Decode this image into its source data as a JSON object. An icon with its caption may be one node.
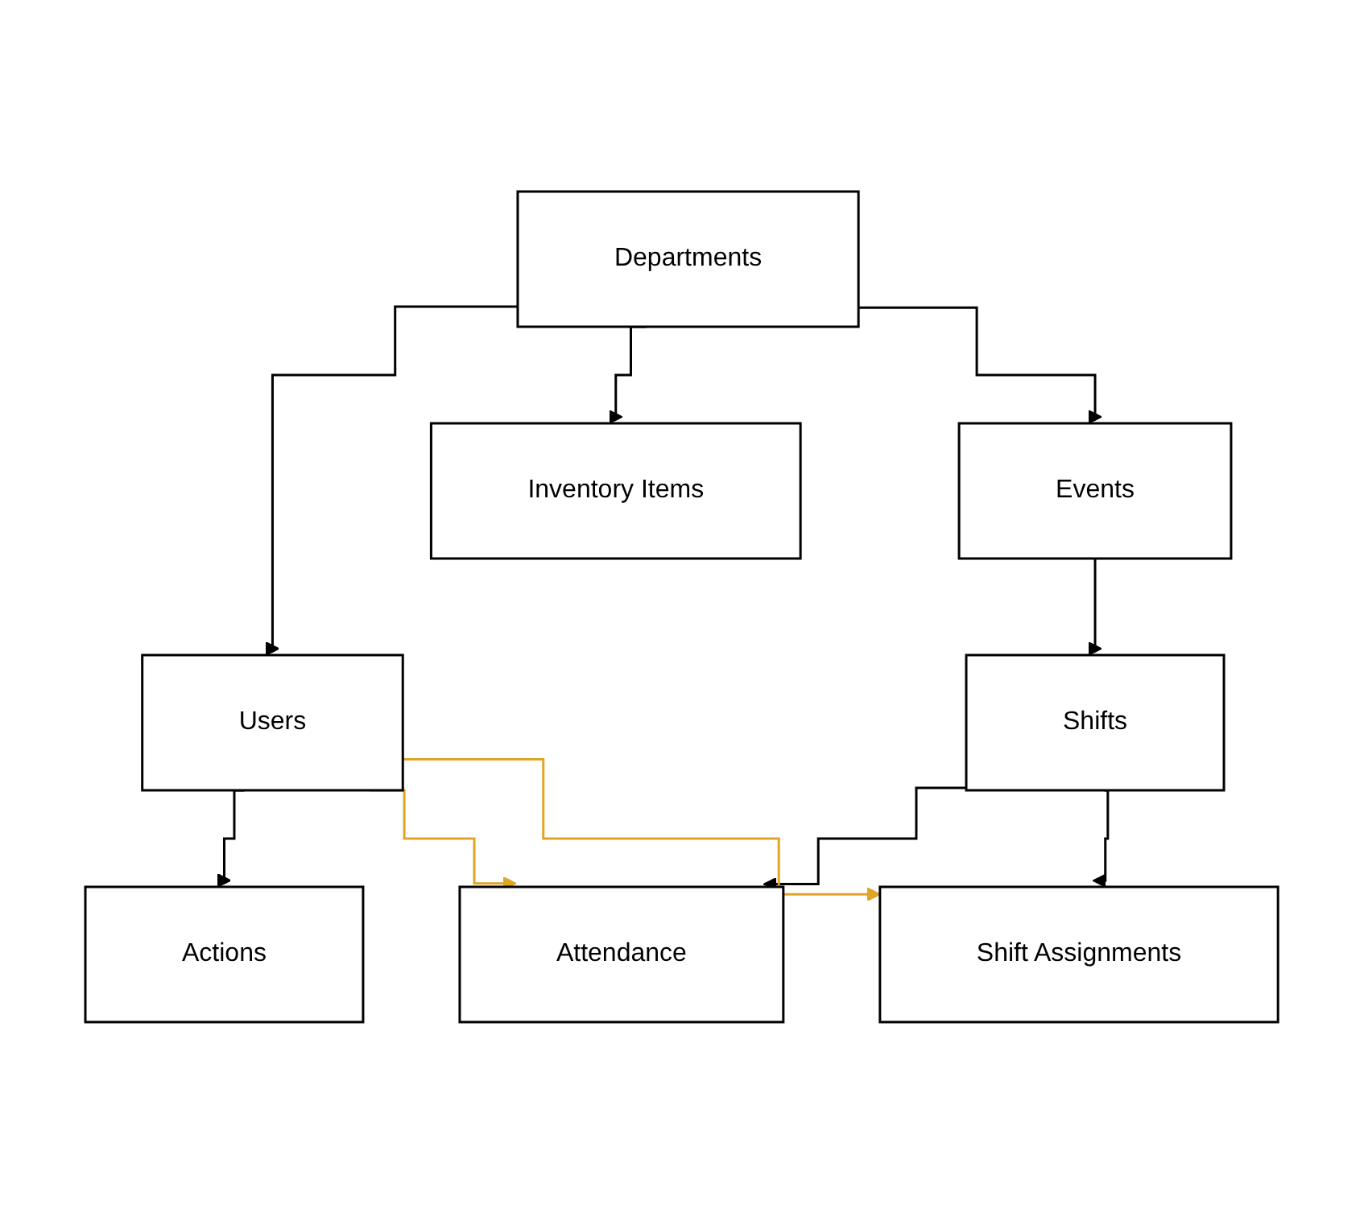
{
  "diagram": {
    "nodes": [
      {
        "text": [
          "Departments"
        ]
      },
      {
        "text": [
          "Users"
        ]
      },
      {
        "text": [
          "Inventory Items"
        ]
      },
      {
        "text": [
          "Events"
        ]
      },
      {
        "text": [
          "Actions"
        ]
      },
      {
        "text": [
          "Shifts"
        ]
      },
      {
        "text": [
          "Attendance"
        ]
      },
      {
        "text": [
          "Shift Assignments"
        ]
      }
    ],
    "edges": [
      {
        "from": 0,
        "to": 1,
        "arrow": "to"
      },
      {
        "from": 0,
        "to": 2,
        "arrow": "to"
      },
      {
        "from": 0,
        "to": 3,
        "arrow": "to"
      },
      {
        "from": 1,
        "to": 4,
        "arrow": "to"
      },
      {
        "from": 3,
        "to": 5,
        "arrow": "to"
      },
      {
        "from": 5,
        "to": 6,
        "arrow": "to"
      },
      {
        "from": 5,
        "to": 7,
        "arrow": "to"
      },
      {
        "from": 1,
        "to": 6,
        "arrow": "to",
        "color": "#e0a526"
      },
      {
        "from": 1,
        "to": 7,
        "arrow": "to",
        "color": "#e0a526"
      }
    ]
  }
}
